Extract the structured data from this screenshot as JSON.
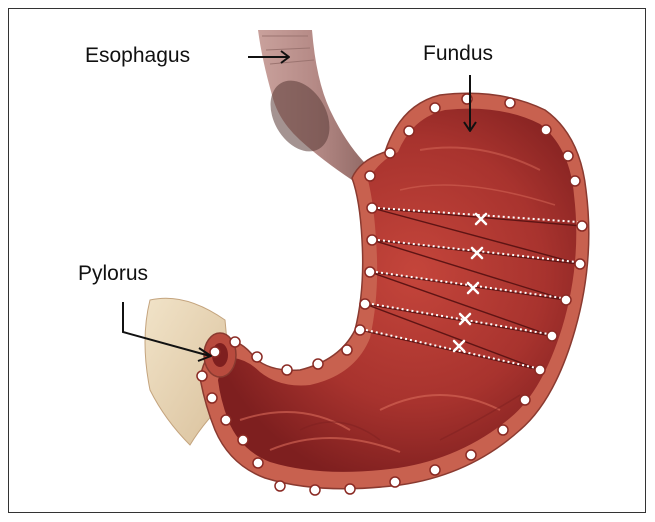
{
  "labels": {
    "esophagus": "Esophagus",
    "fundus": "Fundus",
    "pylorus": "Pylorus"
  },
  "colors": {
    "wall": "#c8614f",
    "interior": "#a8332e",
    "interior_dark": "#7e1f1f",
    "interior_light": "#d86a5a",
    "esophagus": "#b58a86",
    "duodenum": "#e8d3b3",
    "suture_marker": "#ffffff",
    "suture_line": "#ffffff"
  }
}
